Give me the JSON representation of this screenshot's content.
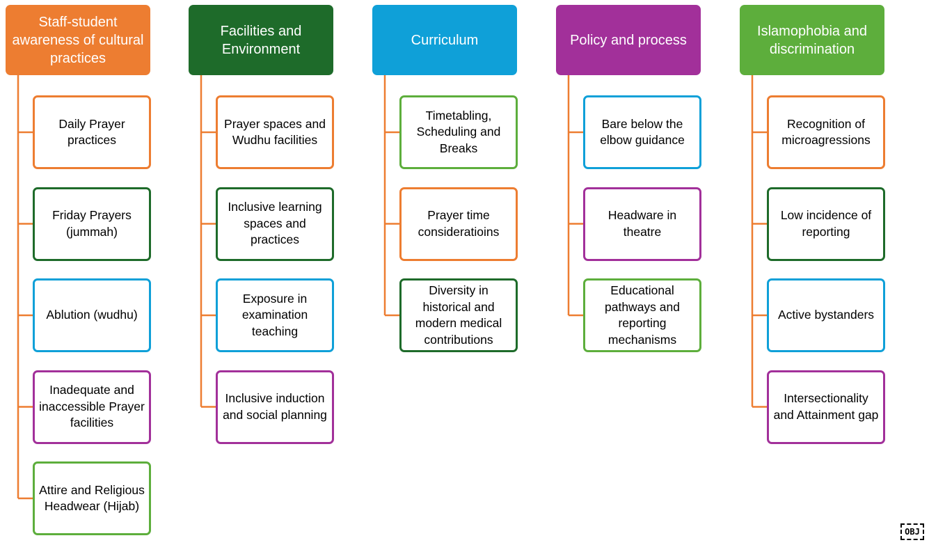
{
  "colors": {
    "orange": "#ED7D31",
    "dark_green": "#1E6B2A",
    "blue": "#0FA0D8",
    "purple": "#A2309A",
    "light_green": "#5DAE3C",
    "connector": "#ED7D31"
  },
  "badge_label": "OBJ",
  "columns": [
    {
      "id": "staff",
      "title": "Staff-student awareness of cultural practices",
      "color": "#ED7D31",
      "items": [
        {
          "label": "Daily Prayer practices",
          "color": "#ED7D31"
        },
        {
          "label": "Friday Prayers (jummah)",
          "color": "#1E6B2A"
        },
        {
          "label": "Ablution (wudhu)",
          "color": "#0FA0D8"
        },
        {
          "label": "Inadequate and inaccessible Prayer facilities",
          "color": "#A2309A"
        },
        {
          "label": "Attire and Religious Headwear (Hijab)",
          "color": "#5DAE3C"
        }
      ]
    },
    {
      "id": "facilities",
      "title": "Facilities and Environment",
      "color": "#1E6B2A",
      "items": [
        {
          "label": "Prayer spaces and Wudhu facilities",
          "color": "#ED7D31"
        },
        {
          "label": "Inclusive learning spaces and practices",
          "color": "#1E6B2A"
        },
        {
          "label": "Exposure in examination teaching",
          "color": "#0FA0D8"
        },
        {
          "label": "Inclusive induction and social planning",
          "color": "#A2309A"
        }
      ]
    },
    {
      "id": "curriculum",
      "title": "Curriculum",
      "color": "#0FA0D8",
      "items": [
        {
          "label": "Timetabling, Scheduling and Breaks",
          "color": "#5DAE3C"
        },
        {
          "label": "Prayer time consideratioins",
          "color": "#ED7D31"
        },
        {
          "label": "Diversity in historical and modern medical contributions",
          "color": "#1E6B2A"
        }
      ]
    },
    {
      "id": "policy",
      "title": "Policy and process",
      "color": "#A2309A",
      "items": [
        {
          "label": "Bare below the elbow guidance",
          "color": "#0FA0D8"
        },
        {
          "label": "Headware in theatre",
          "color": "#A2309A"
        },
        {
          "label": "Educational pathways and reporting mechanisms",
          "color": "#5DAE3C"
        }
      ]
    },
    {
      "id": "islamophobia",
      "title": "Islamophobia and discrimination",
      "color": "#5DAE3C",
      "items": [
        {
          "label": "Recognition of microagressions",
          "color": "#ED7D31"
        },
        {
          "label": "Low incidence of reporting",
          "color": "#1E6B2A"
        },
        {
          "label": "Active bystanders",
          "color": "#0FA0D8"
        },
        {
          "label": "Intersectionality and Attainment gap",
          "color": "#A2309A"
        }
      ]
    }
  ]
}
